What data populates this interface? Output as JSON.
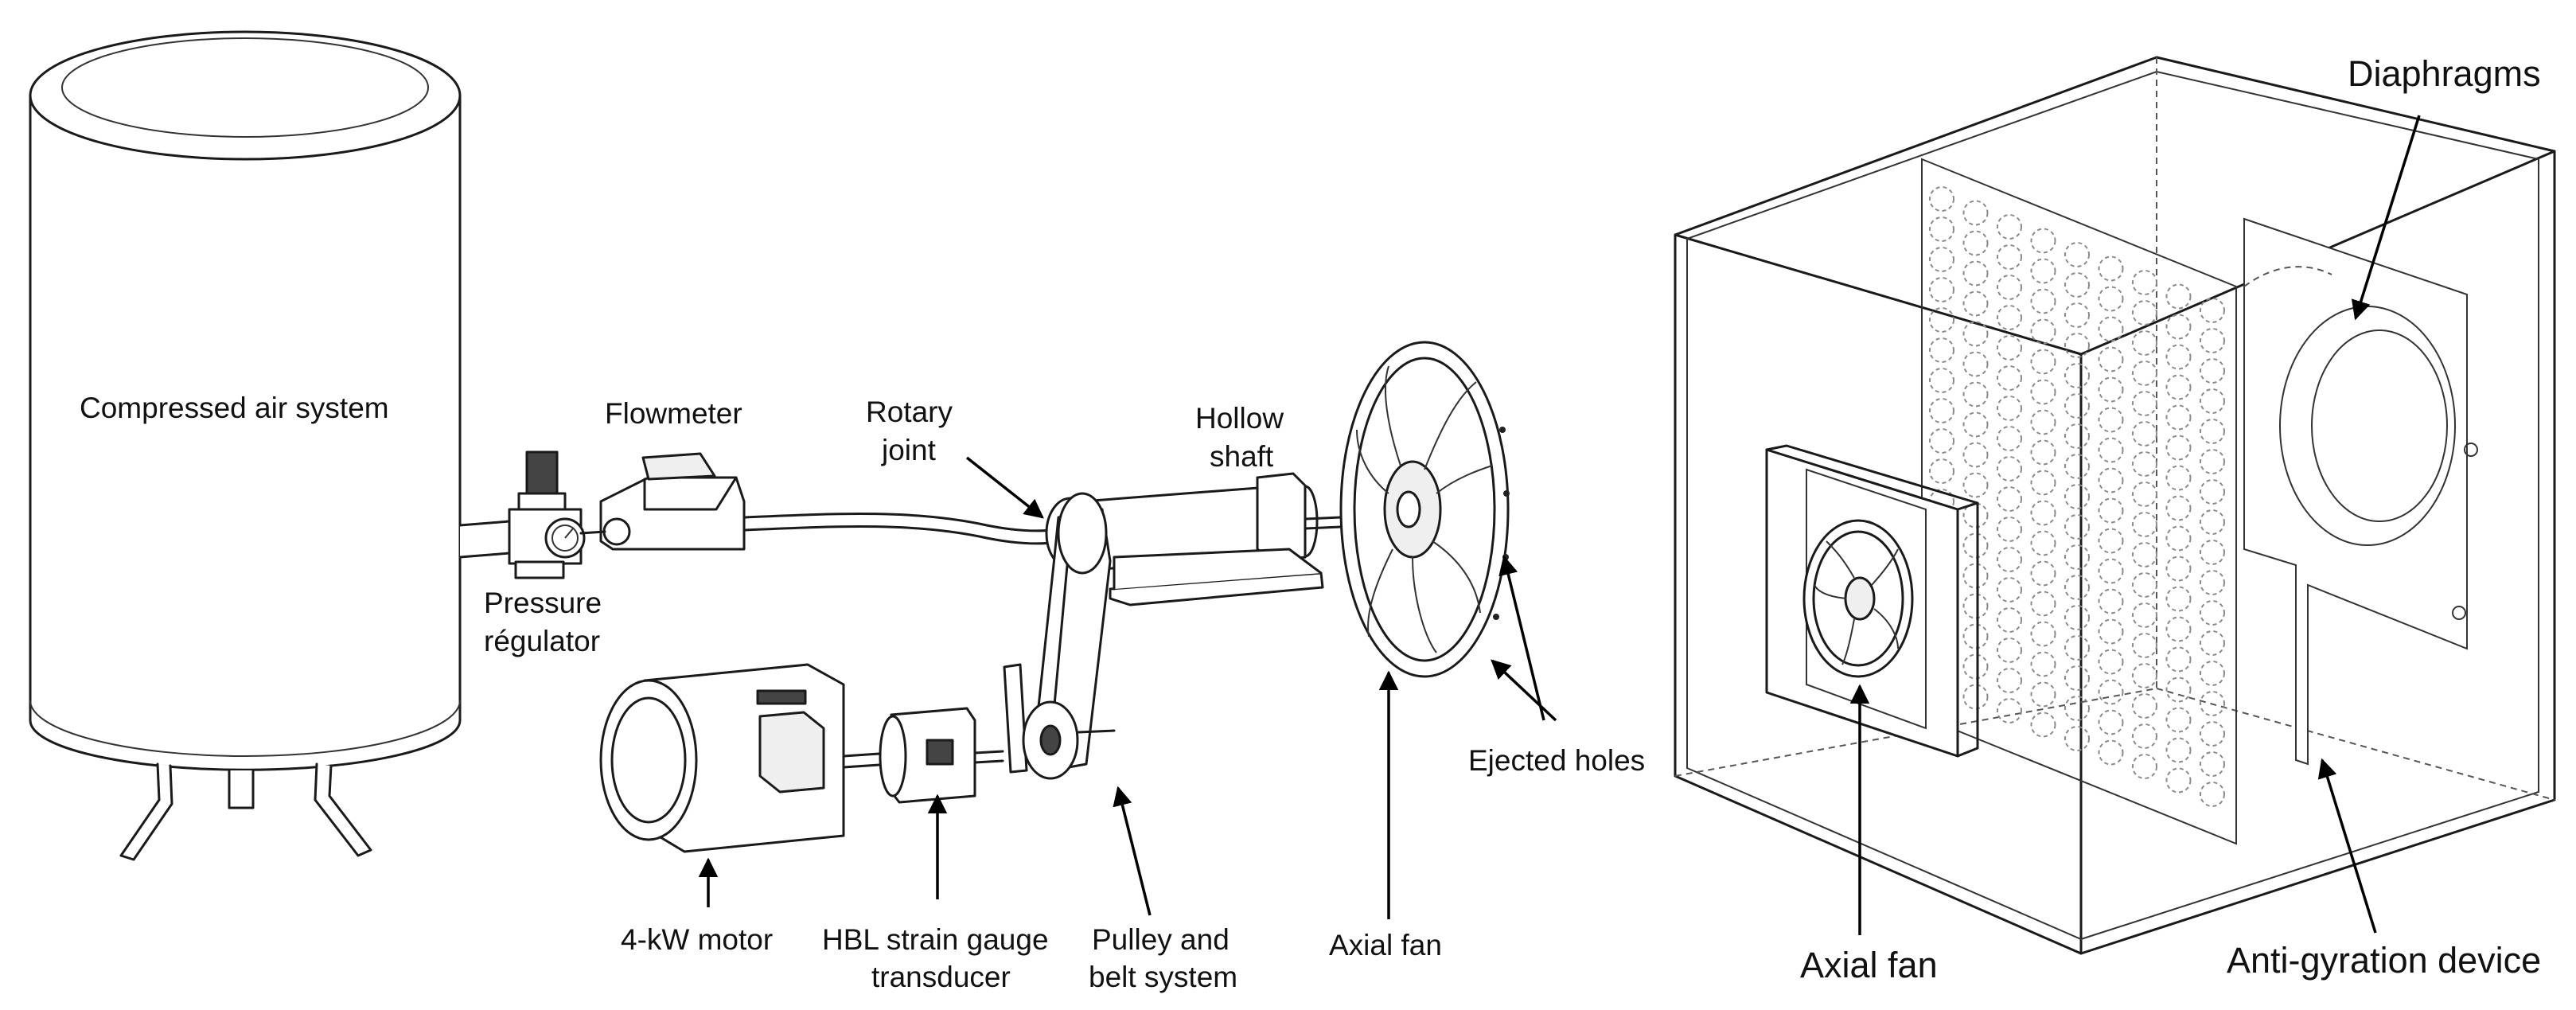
{
  "labels": {
    "compressed_air": "Compressed air system",
    "flowmeter": "Flowmeter",
    "pressure_regulator_line1": "Pressure",
    "pressure_regulator_line2": "régulator",
    "rotary_joint_line1": "Rotary",
    "rotary_joint_line2": "joint",
    "hollow_shaft_line1": "Hollow",
    "hollow_shaft_line2": "shaft",
    "ejected_holes": "Ejected holes",
    "motor": "4-kW motor",
    "transducer_line1": "HBL strain gauge",
    "transducer_line2": "transducer",
    "pulley_line1": "Pulley and",
    "pulley_line2": "belt system",
    "axial_fan_left": "Axial fan",
    "diaphragms": "Diaphragms",
    "axial_fan_right": "Axial fan",
    "anti_gyration": "Anti-gyration device"
  },
  "colors": {
    "line": "#1a1a1a",
    "background": "#ffffff",
    "component_fill": "#efefef"
  }
}
